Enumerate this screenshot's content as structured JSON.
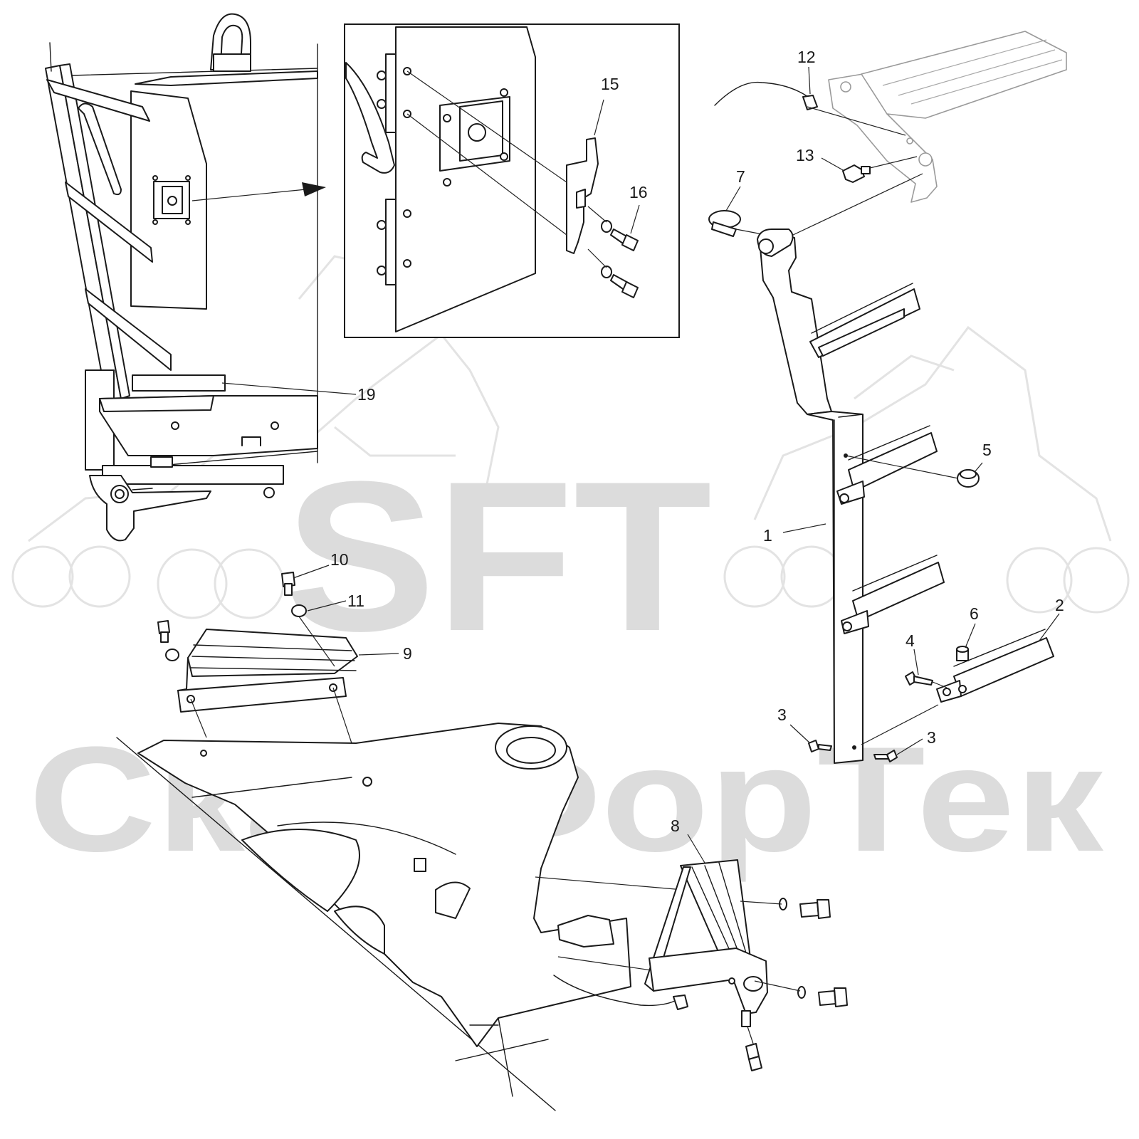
{
  "watermark": {
    "brand": "SFT",
    "company": "СканФорТек"
  },
  "callouts": [
    {
      "id": "c1",
      "label": "1"
    },
    {
      "id": "c2",
      "label": "2"
    },
    {
      "id": "c3a",
      "label": "3"
    },
    {
      "id": "c3b",
      "label": "3"
    },
    {
      "id": "c4",
      "label": "4"
    },
    {
      "id": "c5",
      "label": "5"
    },
    {
      "id": "c6",
      "label": "6"
    },
    {
      "id": "c7",
      "label": "7"
    },
    {
      "id": "c8",
      "label": "8"
    },
    {
      "id": "c9",
      "label": "9"
    },
    {
      "id": "c10",
      "label": "10"
    },
    {
      "id": "c11",
      "label": "11"
    },
    {
      "id": "c12",
      "label": "12"
    },
    {
      "id": "c13",
      "label": "13"
    },
    {
      "id": "c15",
      "label": "15"
    },
    {
      "id": "c16",
      "label": "16"
    },
    {
      "id": "c19",
      "label": "19"
    }
  ],
  "colors": {
    "line": "#1a1a1a",
    "faded_part": "#9a9a9a",
    "watermark": "#dcdcdc"
  }
}
